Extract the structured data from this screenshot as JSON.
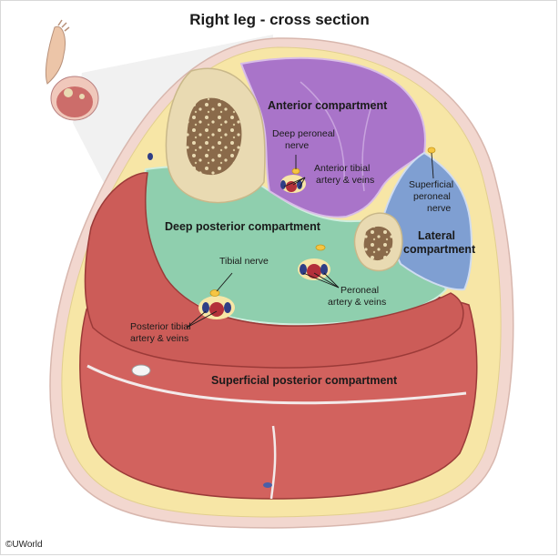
{
  "title": "Right leg - cross section",
  "credit": "©UWorld",
  "labels": {
    "anterior_compartment": "Anterior compartment",
    "deep_peroneal_nerve": [
      "Deep peroneal",
      "nerve"
    ],
    "anterior_tibial_vessels": [
      "Anterior tibial",
      "artery & veins"
    ],
    "superficial_peroneal_nerve": [
      "Superficial",
      "peroneal",
      "nerve"
    ],
    "lateral_compartment": [
      "Lateral",
      "compartment"
    ],
    "deep_posterior_compartment": "Deep posterior compartment",
    "tibial_nerve": "Tibial nerve",
    "peroneal_vessels": [
      "Peroneal",
      "artery & veins"
    ],
    "posterior_tibial_vessels": [
      "Posterior tibial",
      "artery & veins"
    ],
    "superficial_posterior_compartment": "Superficial posterior compartment"
  },
  "colors": {
    "skin": "#f2d7cf",
    "fat": "#f7e6a6",
    "anterior": "#a974c9",
    "lateral": "#7f9fd2",
    "deep_posterior": "#8fcfae",
    "superficial_posterior": "#d2625e",
    "bone": "#e9dab2",
    "marrow": "#7a5a3e"
  }
}
